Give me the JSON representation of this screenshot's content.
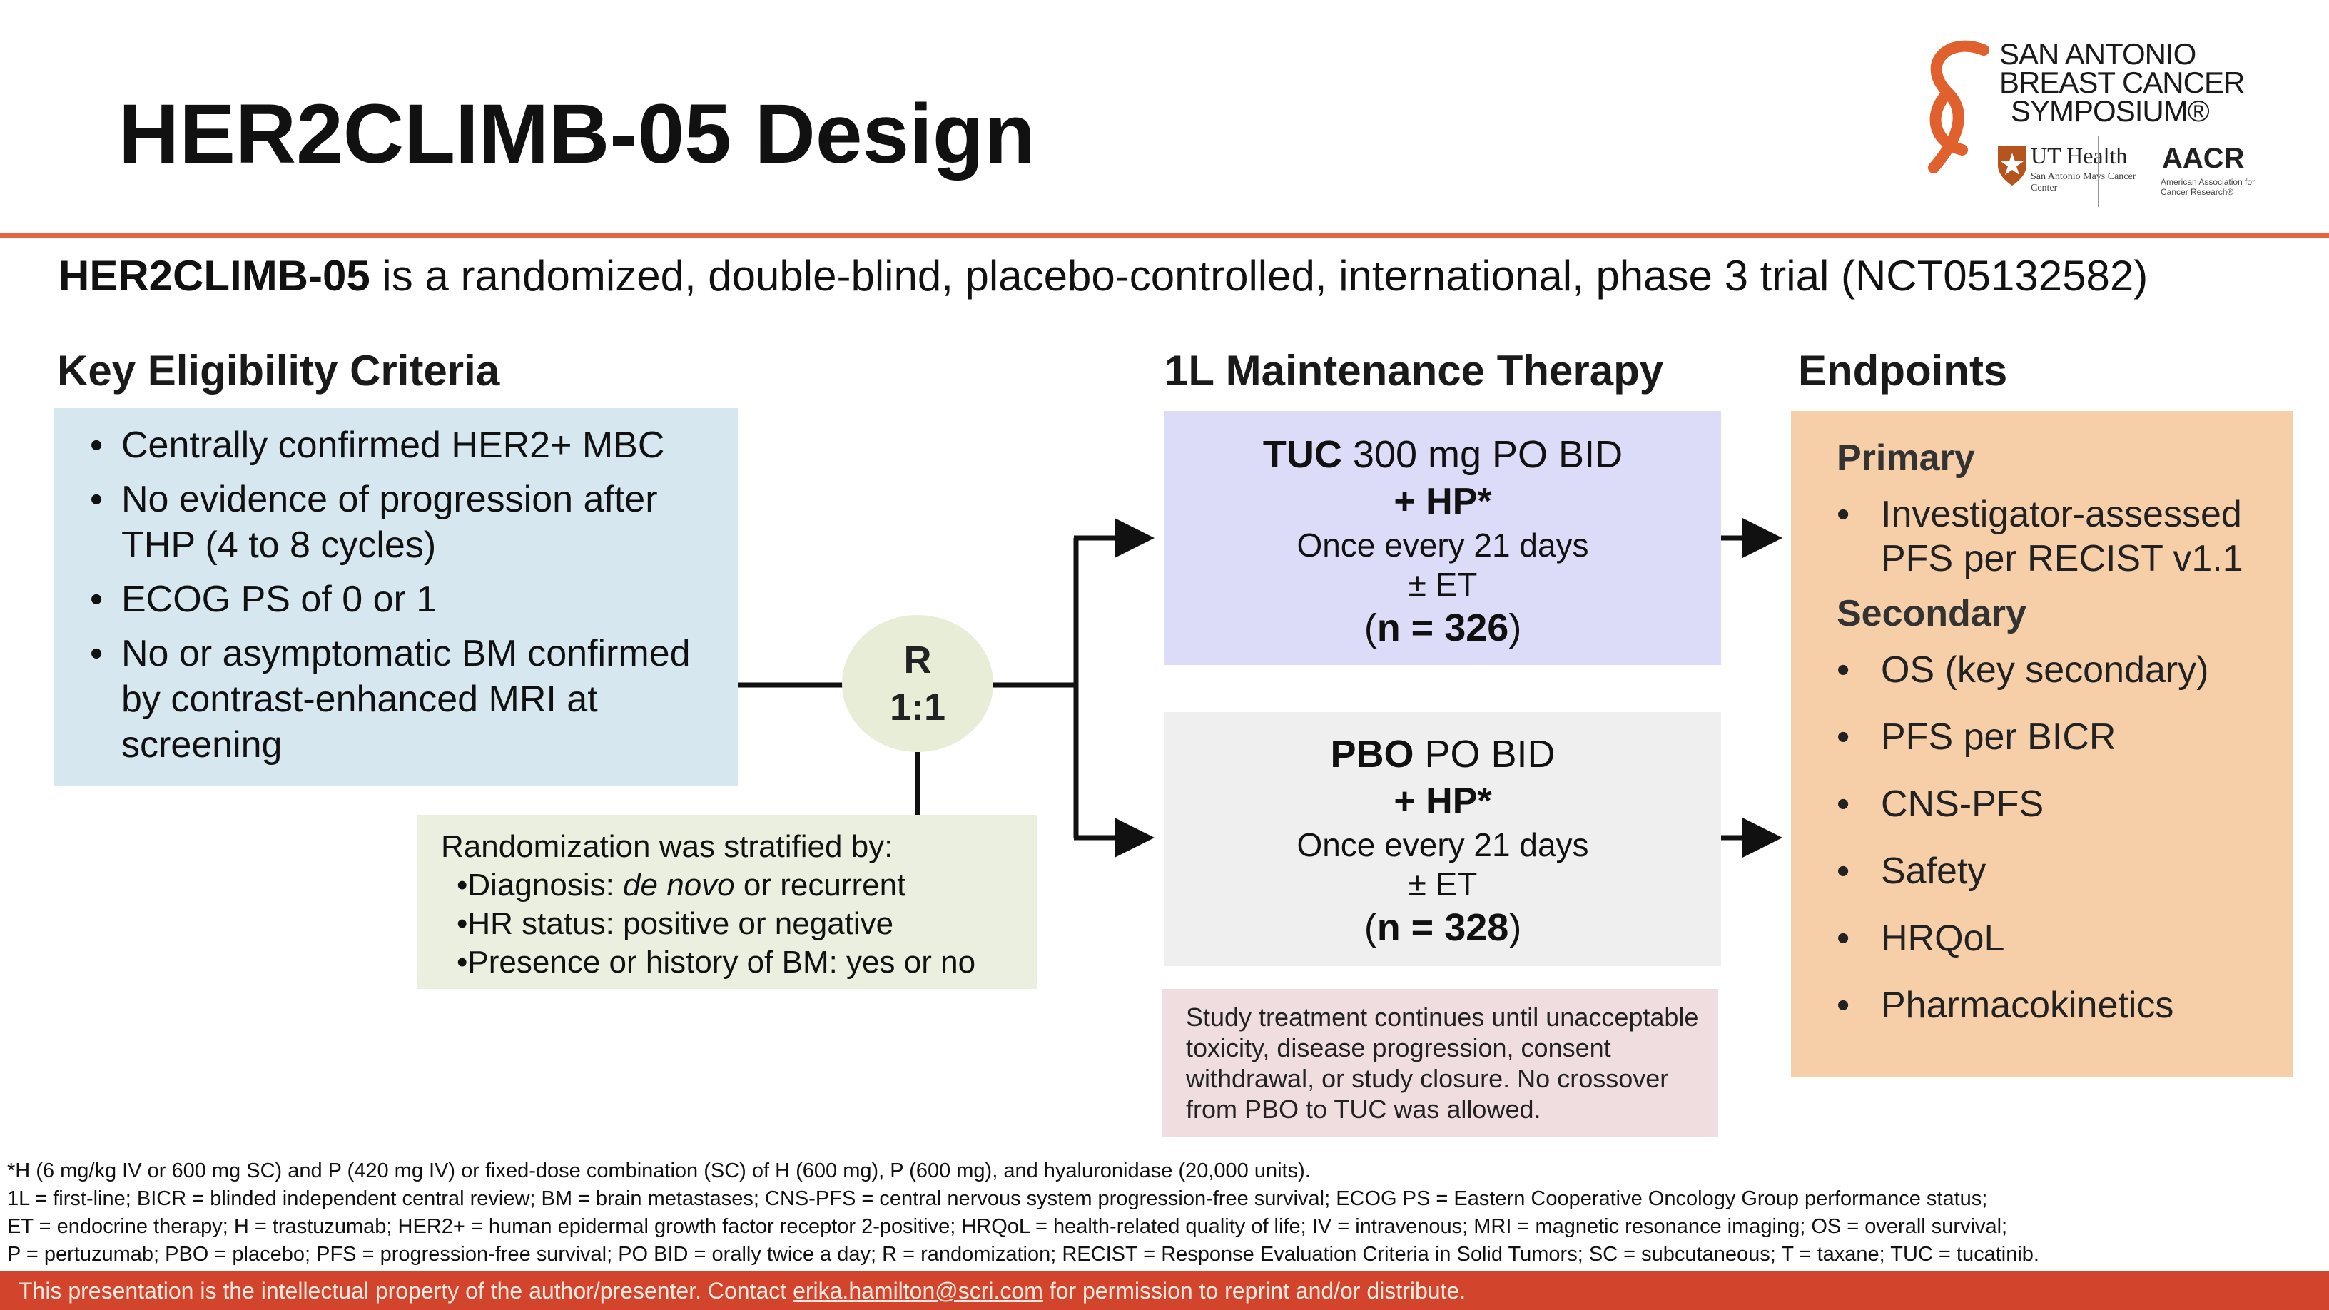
{
  "title": "HER2CLIMB-05 Design",
  "logo": {
    "line1": "SAN ANTONIO",
    "line2": "BREAST CANCER",
    "line3": "SYMPOSIUM®",
    "ut_health": "UT Health",
    "ut_sub": "San Antonio Mays Cancer Center",
    "aacr": "AACR",
    "aacr_sub": "American Association for Cancer Research®"
  },
  "subtitle": {
    "bold": "HER2CLIMB-05",
    "rest": " is a randomized, double-blind, placebo-controlled, international, phase 3 trial (NCT05132582)"
  },
  "eligibility": {
    "header": "Key Eligibility Criteria",
    "items": [
      "Centrally confirmed HER2+ MBC",
      "No evidence of progression after THP (4 to 8 cycles)",
      "ECOG PS of 0 or 1",
      "No or asymptomatic BM confirmed by contrast-enhanced MRI at screening"
    ]
  },
  "randomization": {
    "line1": "R",
    "line2": "1:1"
  },
  "stratification": {
    "intro": "Randomization was stratified by:",
    "item1_prefix": "Diagnosis: ",
    "item1_italic": "de novo",
    "item1_suffix": " or recurrent",
    "item2": "HR status: positive or negative",
    "item3": "Presence or history of BM: yes or no"
  },
  "maintenance": {
    "header": "1L Maintenance Therapy",
    "tuc": {
      "drug": "TUC",
      "dose": " 300 mg PO BID",
      "combo": "+ HP*",
      "schedule": "Once every 21 days",
      "et": "± ET",
      "n_open": "(",
      "n": "n = 326",
      "n_close": ")"
    },
    "pbo": {
      "drug": "PBO",
      "dose": " PO BID",
      "combo": "+ HP*",
      "schedule": "Once every 21 days",
      "et": "± ET",
      "n_open": "(",
      "n": "n = 328",
      "n_close": ")"
    },
    "continuation": "Study treatment continues until unacceptable toxicity, disease progression, consent withdrawal, or study closure. No crossover from PBO to TUC was allowed."
  },
  "endpoints": {
    "header": "Endpoints",
    "primary_label": "Primary",
    "primary": [
      "Investigator-assessed PFS per RECIST v1.1"
    ],
    "secondary_label": "Secondary",
    "secondary": [
      "OS (key secondary)",
      "PFS per BICR",
      "CNS-PFS",
      "Safety",
      "HRQoL",
      "Pharmacokinetics"
    ]
  },
  "footnotes": [
    "*H (6 mg/kg IV or 600 mg SC) and P (420 mg IV) or fixed-dose combination (SC) of H (600 mg), P (600 mg), and hyaluronidase (20,000 units).",
    "1L = first-line; BICR = blinded independent central review; BM = brain metastases; CNS-PFS = central nervous system progression-free survival; ECOG PS = Eastern Cooperative Oncology Group performance status;",
    "ET = endocrine therapy; H = trastuzumab; HER2+ = human epidermal growth factor receptor 2-positive; HRQoL = health-related quality of life; IV = intravenous; MRI = magnetic resonance imaging; OS = overall survival;",
    "P = pertuzumab; PBO = placebo; PFS = progression-free survival; PO BID = orally twice a day; R = randomization; RECIST = Response Evaluation Criteria in Solid Tumors; SC = subcutaneous; T = taxane; TUC = tucatinib."
  ],
  "bottom_bar": {
    "prefix": "This presentation is the intellectual property of the author/presenter. Contact ",
    "email": "erika.hamilton@scri.com",
    "suffix": " for permission to reprint and/or distribute."
  },
  "colors": {
    "accent_rule": "#e8643c",
    "bottom_bar": "#d2452c",
    "eligibility_bg": "#d6e7ef",
    "tuc_bg": "#dcdcf8",
    "pbo_bg": "#efefef",
    "endpoints_bg": "#f6cfa9",
    "stratification_bg": "#ebefdf",
    "continuation_bg": "#efdde0"
  }
}
